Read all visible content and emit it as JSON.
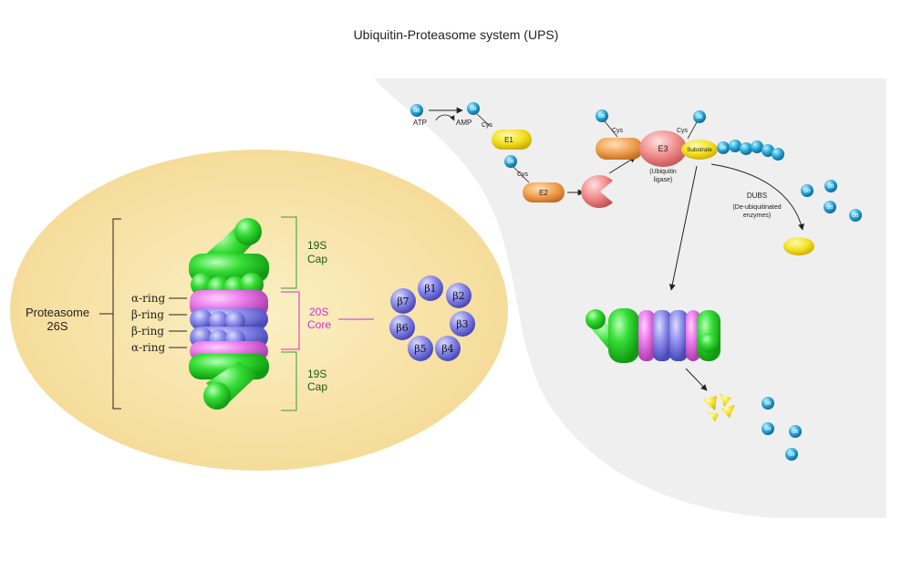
{
  "title": "Ubiquitin-Proteasome system (UPS)",
  "proteasome": {
    "label_line1": "Proteasome",
    "label_line2": "26S",
    "rings": [
      "α-ring",
      "β-ring",
      "β-ring",
      "α-ring"
    ],
    "cap_top_line1": "19S",
    "cap_top_line2": "Cap",
    "core_line1": "20S",
    "core_line2": "Core",
    "cap_bottom_line1": "19S",
    "cap_bottom_line2": "Cap",
    "beta_subunits": [
      "β1",
      "β2",
      "β3",
      "β4",
      "β5",
      "β6",
      "β7"
    ]
  },
  "pathway": {
    "ub": "UB",
    "atp": "ATP",
    "amp": "AMP",
    "cys": "Cys",
    "e1": "E1",
    "e2": "E2",
    "e3": "E3",
    "e3_note_line1": "(Ubiquitin",
    "e3_note_line2": "ligase)",
    "substrate": "Substrate",
    "dubs": "DUBS",
    "dubs_note_line1": "(De-ubiquitinated",
    "dubs_note_line2": "enzymes)"
  },
  "colors": {
    "cap_green": "#2ed82e",
    "alpha_pink": "#e878e8",
    "beta_blue": "#8a8ae8",
    "ub_blue": "#2aa8d8",
    "e1_yellow": "#f2e020",
    "e2_orange": "#f0a050",
    "e3_red": "#f08a8a",
    "core_label": "#d030d0",
    "cap_label": "#1a5a1a",
    "cell_bg": "#f8e8b0",
    "cytoplasm_bg": "#efefef"
  }
}
